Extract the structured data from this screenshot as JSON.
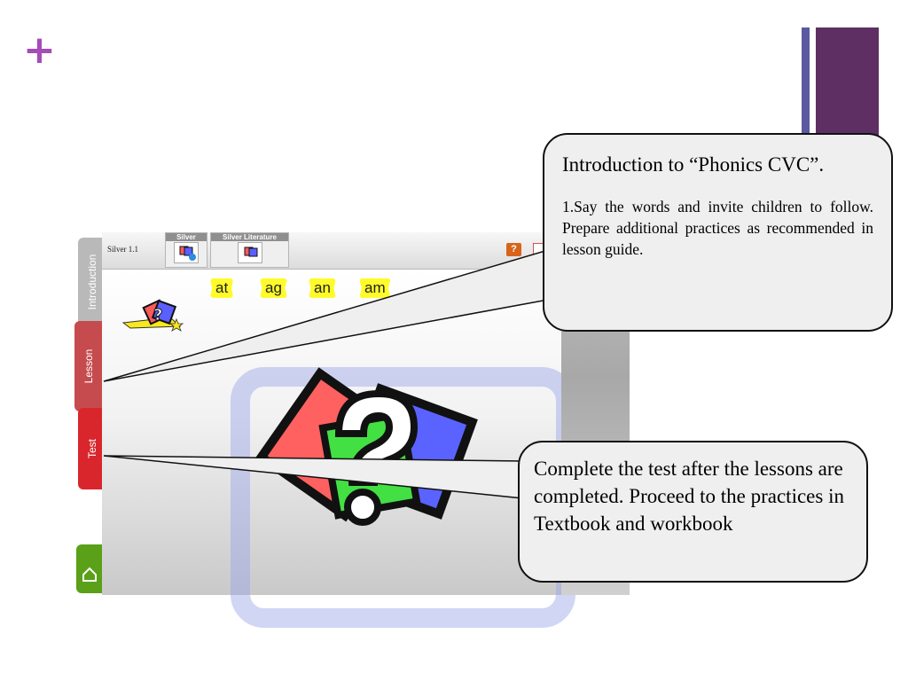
{
  "slide": {
    "plus_symbol": "+",
    "accent_purple": "#5e2f63",
    "accent_blue": "#5b5aa0"
  },
  "app": {
    "title": "Silver 1.1",
    "header_tabs": [
      {
        "label": "Silver"
      },
      {
        "label": "Silver Literature"
      }
    ],
    "help_label": "?",
    "words": [
      "at",
      "ag",
      "an",
      "am"
    ],
    "side_tabs": {
      "introduction": "Introduction",
      "lesson": "Lesson",
      "test": "Test",
      "home_icon": "home-icon"
    },
    "colors": {
      "lesson_tab": "#c64b4e",
      "test_tab": "#d9262d",
      "home_tab": "#5aa018",
      "chip_yellow": "#fffb2a"
    }
  },
  "callouts": {
    "intro": {
      "title": "Introduction to “Phonics CVC”.",
      "body": "1.Say the words and invite children to follow. Prepare additional practices as recommended in lesson guide."
    },
    "test": {
      "body": "Complete the test after the lessons are completed. Proceed to the practices in Textbook and workbook"
    }
  }
}
